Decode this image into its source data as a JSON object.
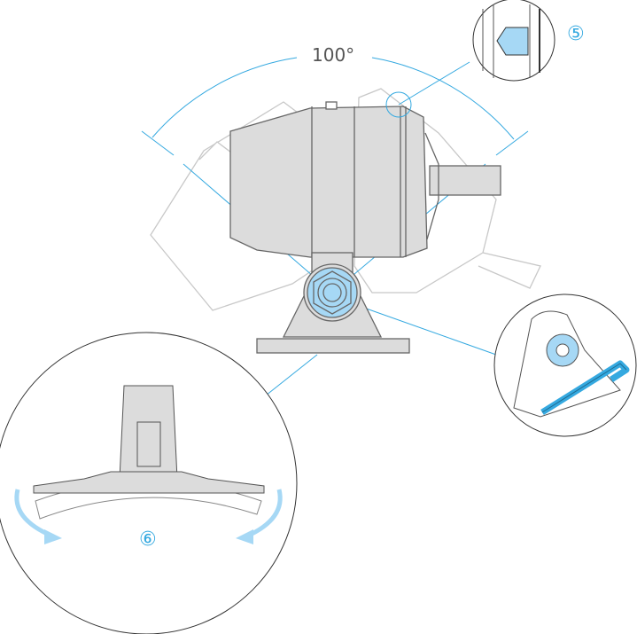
{
  "diagram": {
    "angle_label": "100°",
    "step_5_label": "⑤",
    "step_6_label": "⑥",
    "colors": {
      "accent": "#35a9e0",
      "highlight": "#a6d8f5",
      "body": "#dcdcdc",
      "outline": "#666666",
      "ghost": "#c8c8c8"
    }
  }
}
